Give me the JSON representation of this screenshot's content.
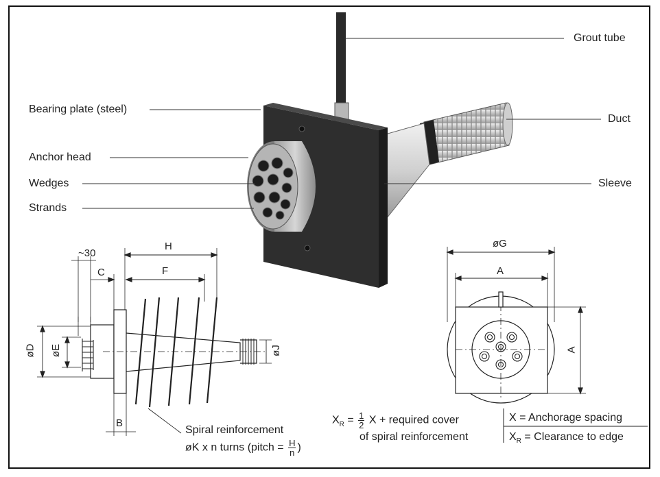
{
  "labels": {
    "grout_tube": "Grout tube",
    "bearing_plate": "Bearing plate (steel)",
    "duct": "Duct",
    "anchor_head": "Anchor head",
    "wedges": "Wedges",
    "sleeve": "Sleeve",
    "strands": "Strands"
  },
  "side_view": {
    "dim_30": "~30",
    "dim_h": "H",
    "dim_c": "C",
    "dim_f": "F",
    "dim_d": "øD",
    "dim_e": "øE",
    "dim_j": "øJ",
    "dim_b": "B",
    "spiral_line1": "Spiral reinforcement",
    "spiral_line2_prefix": "øK x n turns (pitch = ",
    "pitch_num": "H",
    "pitch_den": "n",
    "spiral_line2_suffix": ")"
  },
  "front_view": {
    "dim_g": "øG",
    "dim_a_top": "A",
    "dim_a_right": "A"
  },
  "formula": {
    "xr_sym": "X",
    "xr_sub": "R",
    "eq": " = ",
    "half_num": "1",
    "half_den": "2",
    "rest": " X + required cover",
    "line2": "of spiral reinforcement"
  },
  "legend": {
    "x_line": "X  = Anchorage spacing",
    "xr_sym": "X",
    "xr_sub": "R",
    "xr_rest": " = Clearance to edge"
  },
  "colors": {
    "line": "#222222",
    "plate": "#2b2b2b",
    "metal_light": "#d8d8d8",
    "metal_mid": "#a9a9a9",
    "metal_dark": "#6e6e6e"
  }
}
